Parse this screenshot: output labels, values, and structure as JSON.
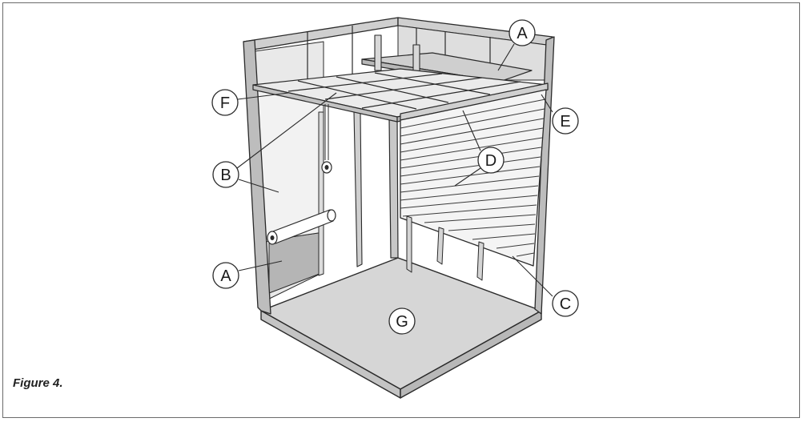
{
  "figure": {
    "caption": "Figure 4.",
    "callouts": [
      {
        "id": "A_top",
        "label": "A"
      },
      {
        "id": "F",
        "label": "F"
      },
      {
        "id": "E",
        "label": "E"
      },
      {
        "id": "D",
        "label": "D"
      },
      {
        "id": "B",
        "label": "B"
      },
      {
        "id": "A_bottom",
        "label": "A"
      },
      {
        "id": "C",
        "label": "C"
      },
      {
        "id": "G",
        "label": "G"
      }
    ]
  }
}
